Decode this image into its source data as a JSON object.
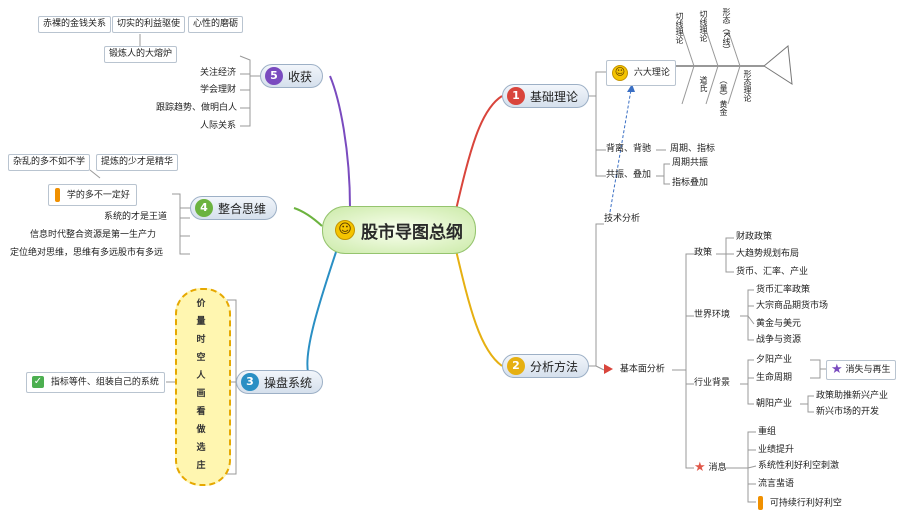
{
  "center": {
    "title": "股市导图总纲"
  },
  "branch1": {
    "num": "1",
    "title": "基础理论",
    "six_theory": "六大理论",
    "fish_items": [
      "切线理论",
      "切线理论",
      "形态（K线）",
      "形态理论",
      "道氏",
      "（量）黄金"
    ],
    "divergence": "背离、背驰",
    "divergence_sub": "周期、指标",
    "resonance": "共振、叠加",
    "resonance_subs": [
      "周期共振",
      "指标叠加"
    ],
    "tech": "技术分析"
  },
  "branch2": {
    "num": "2",
    "title": "分析方法",
    "fundamental": "基本面分析",
    "policy": "政策",
    "policy_items": [
      "财政政策",
      "大趋势规划布局",
      "货币、汇率、产业"
    ],
    "world": "世界环境",
    "world_items": [
      "货币汇率政策",
      "大宗商品期货市场",
      "黄金与美元",
      "战争与资源"
    ],
    "industry": "行业背景",
    "sunset": "夕阳产业",
    "cycle": "生命周期",
    "rising": "朝阳产业",
    "rising_items": [
      "政策助推新兴产业",
      "新兴市场的开发"
    ],
    "star_note": "消失与再生",
    "news": "消息",
    "news_items": [
      "重组",
      "业绩提升",
      "系统性利好利空刺激",
      "流言蜚语"
    ],
    "news_warn": "可持续行利好利空"
  },
  "branch3": {
    "num": "3",
    "title": "操盘系统",
    "note": "指标等件、组装自己的系统",
    "pillar": [
      "价",
      "量",
      "时",
      "空",
      "人",
      "画",
      "看",
      "做",
      "选",
      "庄"
    ]
  },
  "branch4": {
    "num": "4",
    "title": "整合思维",
    "top_boxes": [
      "杂乱的多不如不学",
      "提炼的少才是精华"
    ],
    "warn": "学的多不一定好",
    "lines": [
      "系统的才是王道",
      "信息时代整合资源是第一生产力",
      "定位绝对思维，思维有多远股市有多远"
    ]
  },
  "branch5": {
    "num": "5",
    "title": "收获",
    "top_boxes": [
      "赤裸的金钱关系",
      "切实的利益驱使",
      "心性的磨砺"
    ],
    "forge": "锻炼人的大熔炉",
    "items": [
      "关注经济",
      "学会理财",
      "跟踪趋势、做明白人",
      "人际关系"
    ]
  },
  "colors": {
    "b1": "#d9453c",
    "b2": "#e6b012",
    "b3": "#2a8fc4",
    "b4": "#6cb33f",
    "b5": "#7a4bbf"
  }
}
